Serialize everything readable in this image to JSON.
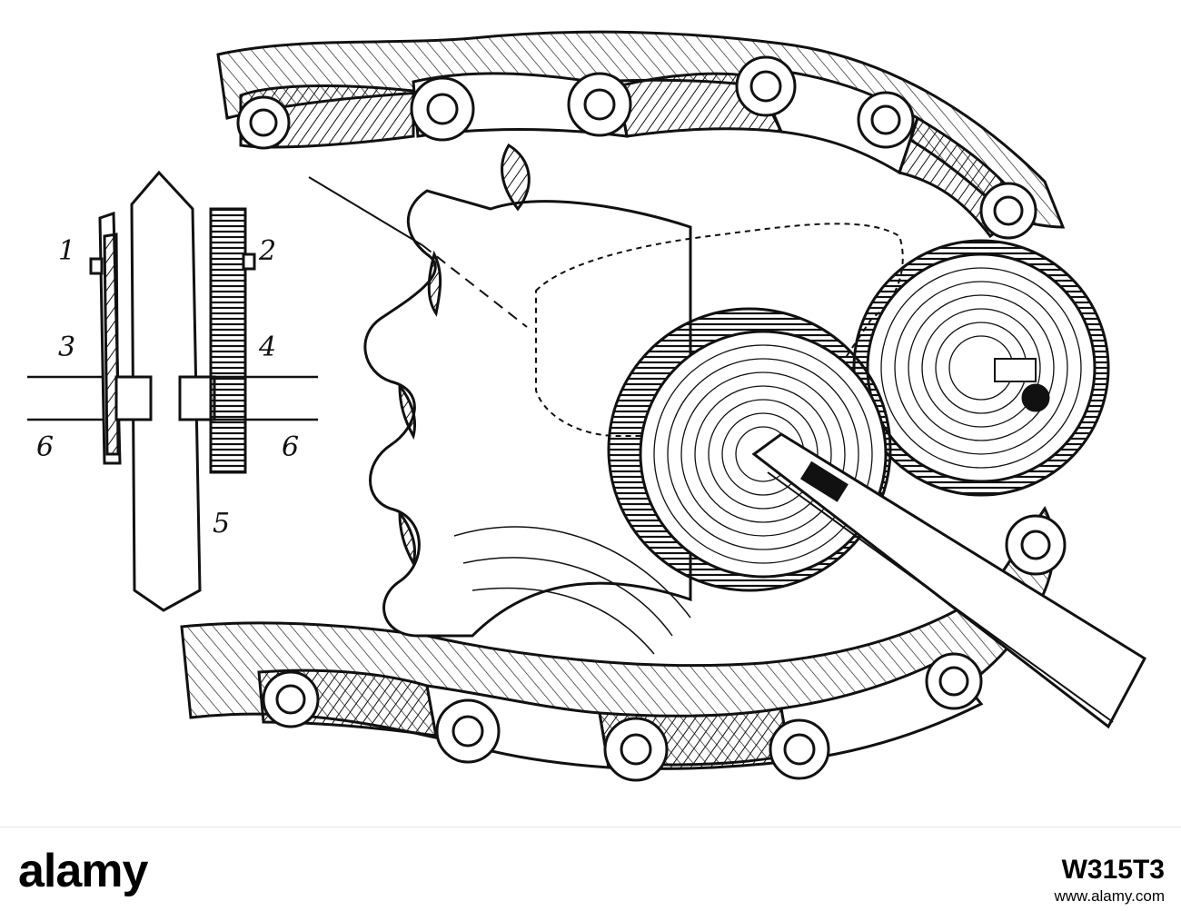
{
  "figure": {
    "callouts": {
      "label_1": "1",
      "label_2": "2",
      "label_3": "3",
      "label_4": "4",
      "label_5": "5",
      "label_6_left": "6",
      "label_6_right": "6"
    }
  },
  "footer": {
    "brand": "alamy",
    "stock_id": "W315T3",
    "url": "www.alamy.com"
  },
  "colors": {
    "ink": "#111111",
    "background": "#ffffff"
  }
}
